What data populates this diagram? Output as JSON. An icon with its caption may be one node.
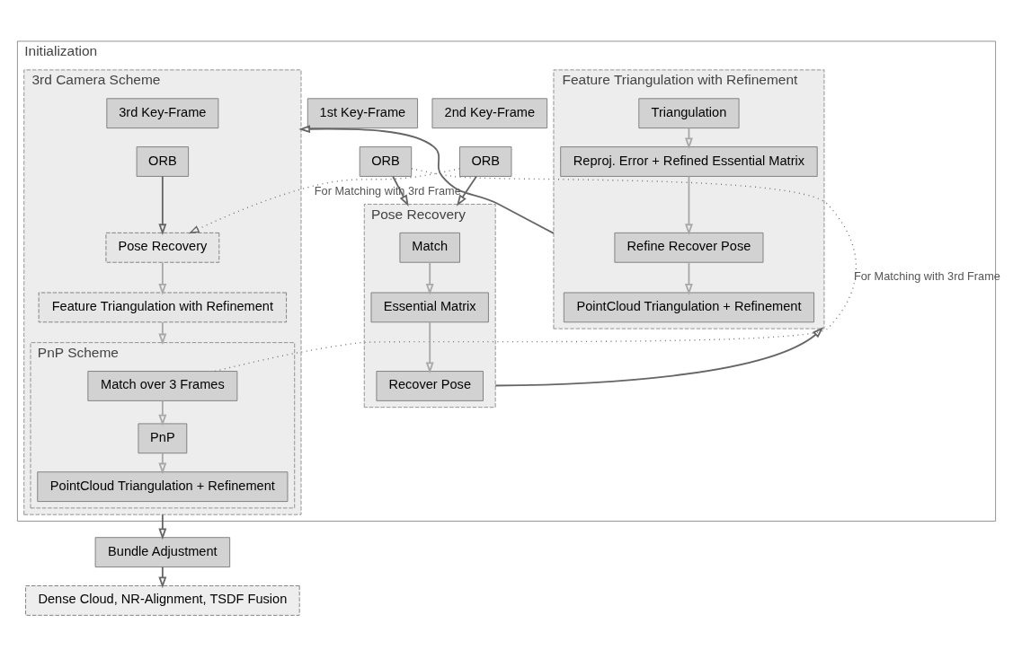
{
  "diagram": {
    "nodes": [
      {
        "text": [
          "Initialization"
        ]
      },
      {
        "text": [
          "1st Key-Frame"
        ],
        "in": 0
      },
      {
        "text": [
          "2nd Key-Frame"
        ],
        "in": 0
      },
      {
        "text": [
          "ORB"
        ],
        "in": 0
      },
      {
        "text": [
          "ORB"
        ],
        "in": 0
      },
      {
        "text": [
          "Pose Recovery"
        ],
        "in": 0
      },
      {
        "text": [
          "Match"
        ],
        "in": 5
      },
      {
        "text": [
          "Essential Matrix"
        ],
        "in": 5
      },
      {
        "text": [
          "Recover Pose"
        ],
        "in": 5
      },
      {
        "text": [
          "Feature Triangulation with Refinement"
        ],
        "in": 0
      },
      {
        "text": [
          "Triangulation"
        ],
        "in": 9
      },
      {
        "text": [
          "Reproj. Error + Refined Essential Matrix"
        ],
        "in": 9
      },
      {
        "text": [
          "Refine Recover Pose"
        ],
        "in": 9
      },
      {
        "text": [
          "PointCloud Triangulation + Refinement"
        ],
        "in": 9
      },
      {
        "text": [
          "3rd Camera Scheme"
        ],
        "in": 0
      },
      {
        "text": [
          "3rd Key-Frame"
        ],
        "in": 14
      },
      {
        "text": [
          "ORB"
        ],
        "in": 14
      },
      {
        "text": [
          "Pose Recovery"
        ],
        "in": 14
      },
      {
        "text": [
          "Feature Triangulation with Refinement"
        ],
        "in": 14
      },
      {
        "text": [
          "PnP Scheme"
        ],
        "in": 14
      },
      {
        "text": [
          "Match over 3 Frames"
        ],
        "in": 19
      },
      {
        "text": [
          "PnP"
        ],
        "in": 19
      },
      {
        "text": [
          "PointCloud Triangulation + Refinement"
        ],
        "in": 19
      },
      {
        "text": [
          "Bundle Adjustment"
        ]
      },
      {
        "text": [
          "Dense Cloud, NR-Alignment, TSDF Fusion"
        ]
      }
    ],
    "edges": [
      {
        "from": 3,
        "to": 5,
        "arrow": "to"
      },
      {
        "from": 4,
        "to": 5,
        "arrow": "to"
      },
      {
        "from": 6,
        "to": 7,
        "arrow": "to",
        "color": "#a8a8a8"
      },
      {
        "from": 7,
        "to": 8,
        "arrow": "to",
        "color": "#a8a8a8"
      },
      {
        "from": 5,
        "to": 9,
        "arrow": "to"
      },
      {
        "from": 10,
        "to": 11,
        "arrow": "to",
        "color": "#a8a8a8"
      },
      {
        "from": 11,
        "to": 12,
        "arrow": "to",
        "color": "#a8a8a8"
      },
      {
        "from": 12,
        "to": 13,
        "arrow": "to",
        "color": "#a8a8a8"
      },
      {
        "from": 9,
        "to": 14,
        "arrow": "to"
      },
      {
        "from": 4,
        "to": 17,
        "arrow": "to",
        "style": "dashed",
        "label": "For Matching with 3rd Frame"
      },
      {
        "from": 16,
        "to": 17,
        "arrow": "to"
      },
      {
        "from": 17,
        "to": 18,
        "arrow": "to",
        "color": "#a8a8a8"
      },
      {
        "from": 18,
        "to": 19,
        "arrow": "to",
        "color": "#a8a8a8"
      },
      {
        "from": 20,
        "to": 21,
        "arrow": "to",
        "color": "#a8a8a8"
      },
      {
        "from": 21,
        "to": 22,
        "arrow": "to",
        "color": "#a8a8a8"
      },
      {
        "from": 3,
        "to": 20,
        "arrow": "none",
        "style": "dashed",
        "label": "For Matching with 3rd Frame"
      },
      {
        "from": 14,
        "to": 23,
        "arrow": "to"
      },
      {
        "from": 23,
        "to": 24,
        "arrow": "to"
      }
    ]
  }
}
